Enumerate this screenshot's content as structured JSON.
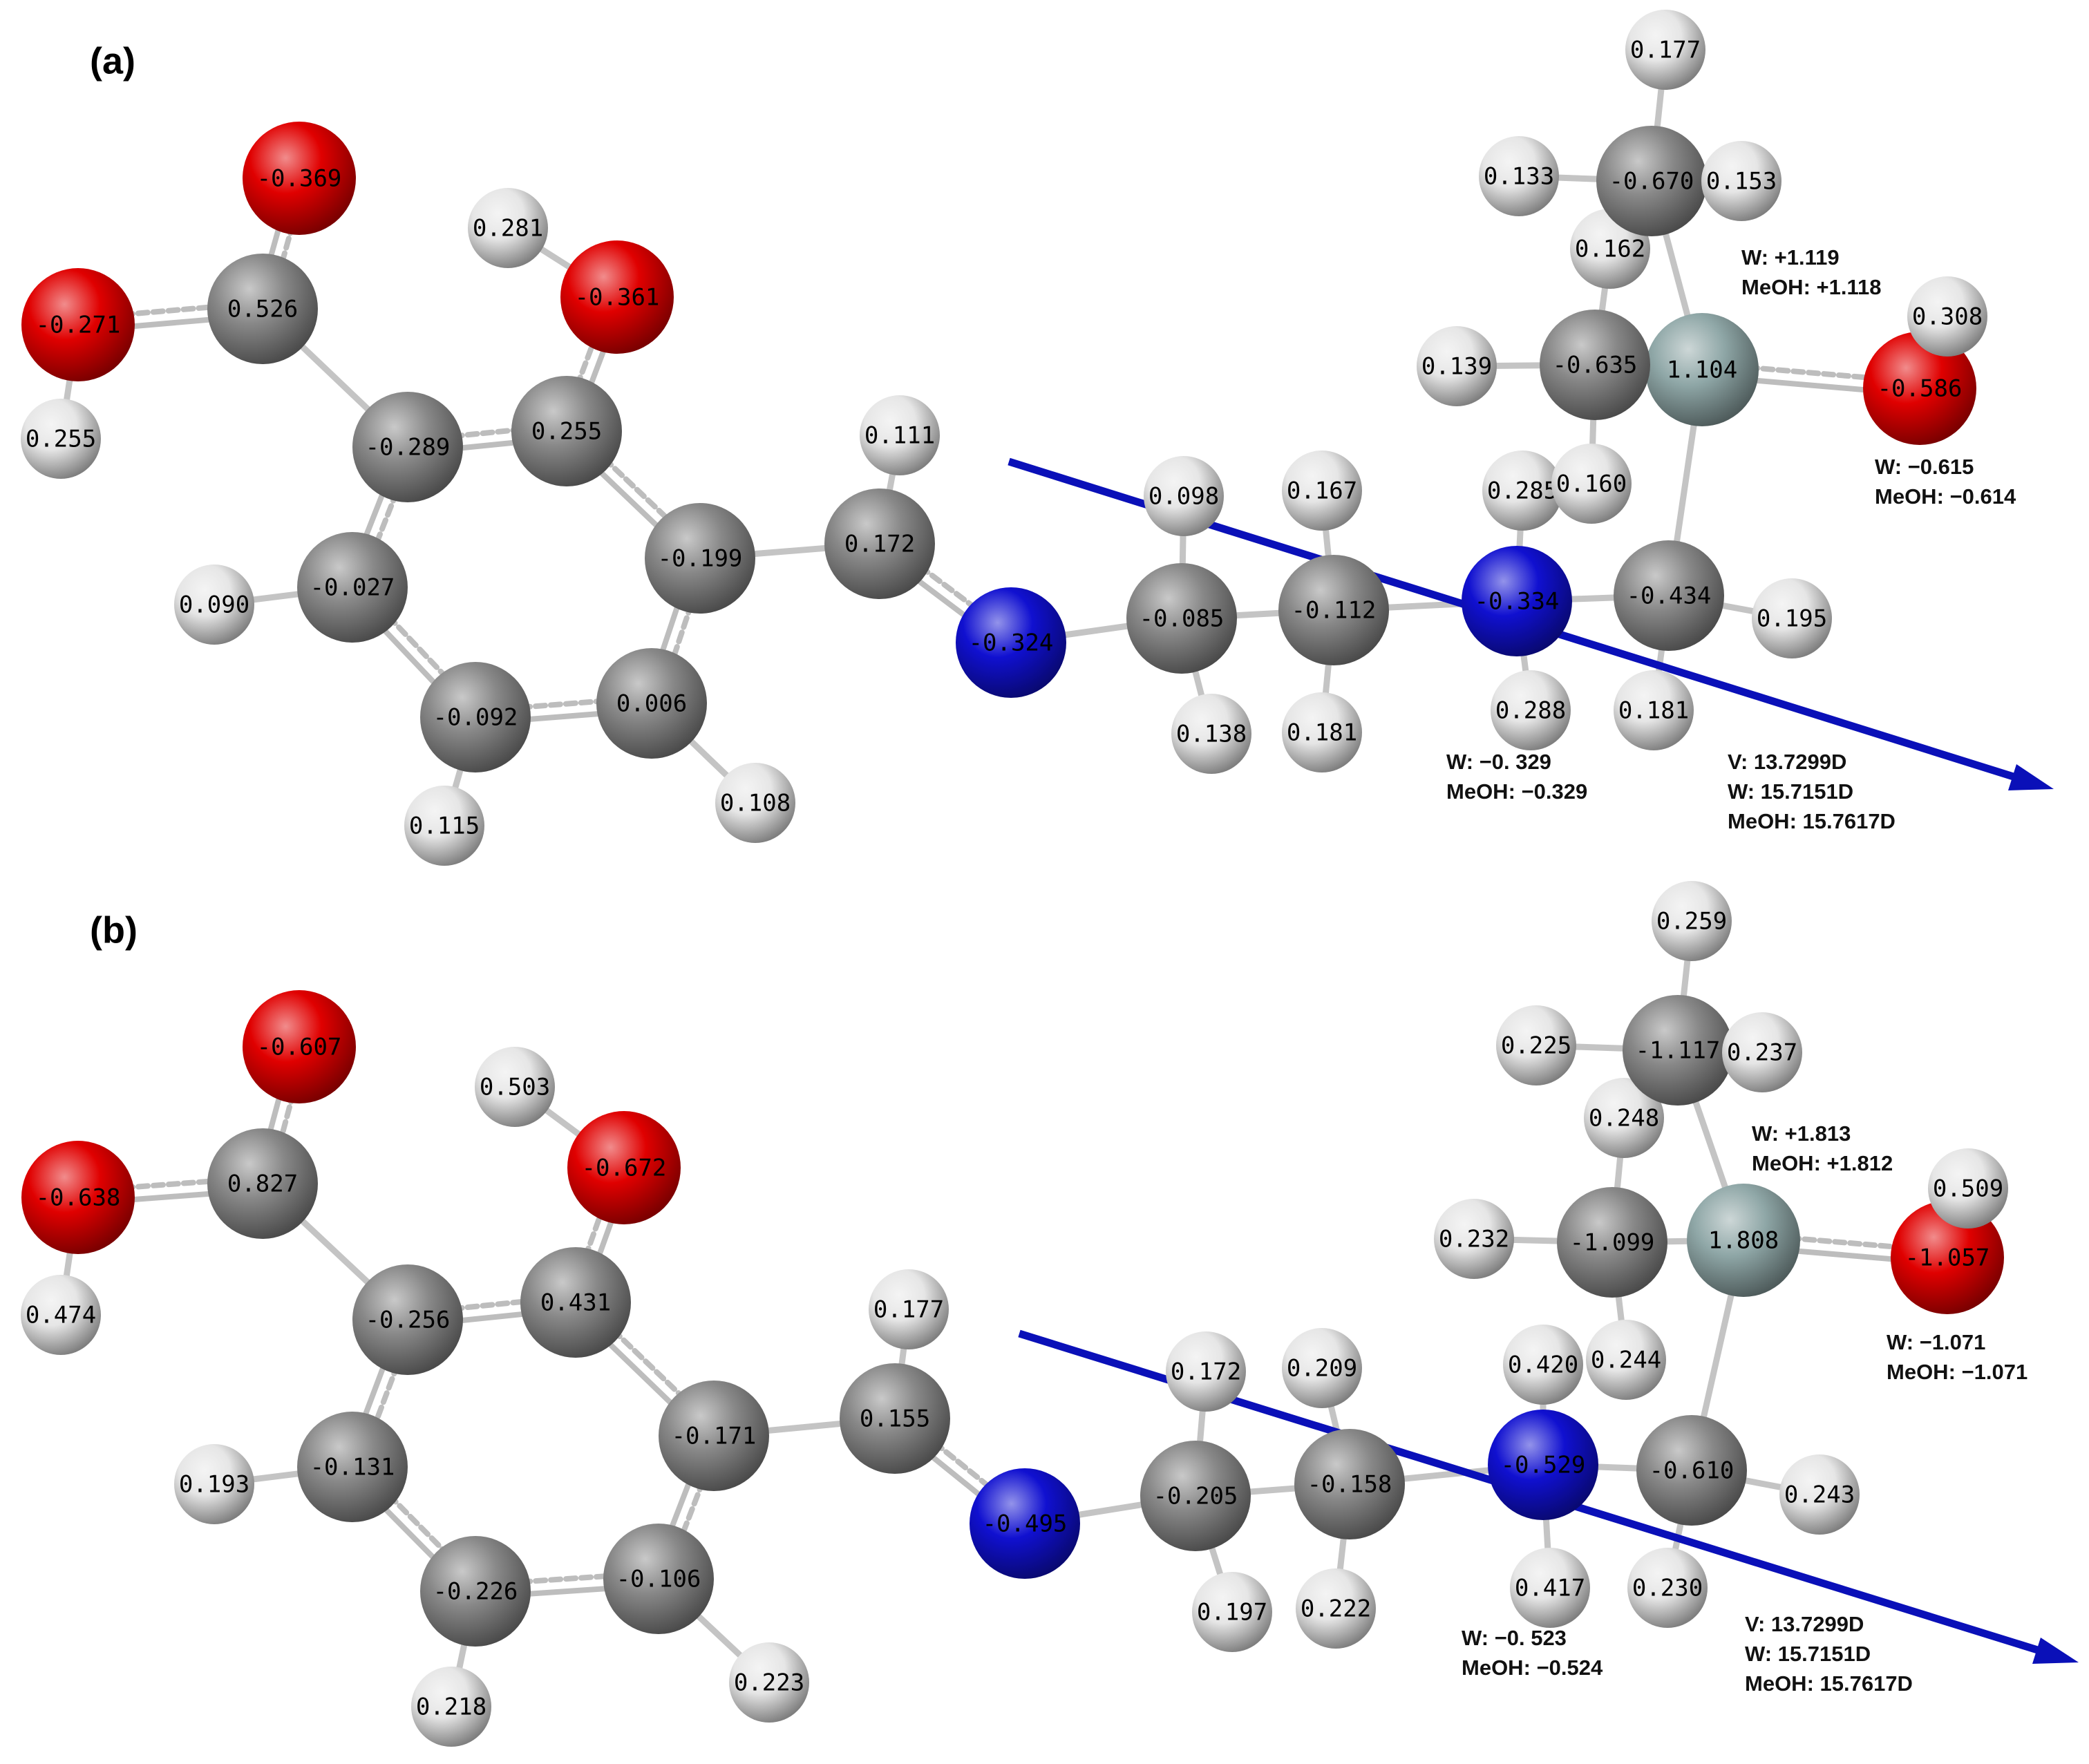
{
  "colors": {
    "O": "#e00000",
    "N": "#1010d0",
    "C": "#888888",
    "H": "#e6e6e6",
    "Si": "#8fa7a7",
    "dipole": "#0a10b8"
  },
  "panels": [
    {
      "label": "(a)",
      "atoms": [
        {
          "id": "O1",
          "el": "O",
          "charge": "-0.369"
        },
        {
          "id": "O2",
          "el": "O",
          "charge": "-0.271"
        },
        {
          "id": "C1",
          "el": "C",
          "charge": "0.526"
        },
        {
          "id": "H1",
          "el": "H",
          "charge": "0.255"
        },
        {
          "id": "H2",
          "el": "H",
          "charge": "0.281"
        },
        {
          "id": "O3",
          "el": "O",
          "charge": "-0.361"
        },
        {
          "id": "C2",
          "el": "C",
          "charge": "-0.289"
        },
        {
          "id": "C3",
          "el": "C",
          "charge": "0.255"
        },
        {
          "id": "C4",
          "el": "C",
          "charge": "-0.027"
        },
        {
          "id": "H3",
          "el": "H",
          "charge": "0.090"
        },
        {
          "id": "C5",
          "el": "C",
          "charge": "-0.199"
        },
        {
          "id": "C6",
          "el": "C",
          "charge": "-0.092"
        },
        {
          "id": "C7",
          "el": "C",
          "charge": "0.006"
        },
        {
          "id": "H4",
          "el": "H",
          "charge": "0.115"
        },
        {
          "id": "H5",
          "el": "H",
          "charge": "0.108"
        },
        {
          "id": "H6",
          "el": "H",
          "charge": "0.111"
        },
        {
          "id": "C8",
          "el": "C",
          "charge": "0.172"
        },
        {
          "id": "N1",
          "el": "N",
          "charge": "-0.324"
        },
        {
          "id": "C9",
          "el": "C",
          "charge": "-0.085"
        },
        {
          "id": "H7",
          "el": "H",
          "charge": "0.098"
        },
        {
          "id": "H8",
          "el": "H",
          "charge": "0.138"
        },
        {
          "id": "C10",
          "el": "C",
          "charge": "-0.112"
        },
        {
          "id": "H9",
          "el": "H",
          "charge": "0.167"
        },
        {
          "id": "H10",
          "el": "H",
          "charge": "0.181"
        },
        {
          "id": "N2",
          "el": "N",
          "charge": "-0.334"
        },
        {
          "id": "H11",
          "el": "H",
          "charge": "0.285"
        },
        {
          "id": "H12",
          "el": "H",
          "charge": "0.288"
        },
        {
          "id": "C11",
          "el": "C",
          "charge": "-0.434"
        },
        {
          "id": "H13",
          "el": "H",
          "charge": "0.195"
        },
        {
          "id": "H14",
          "el": "H",
          "charge": "0.181"
        },
        {
          "id": "Si1",
          "el": "Si",
          "charge": "1.104"
        },
        {
          "id": "O4",
          "el": "O",
          "charge": "-0.586"
        },
        {
          "id": "H15",
          "el": "H",
          "charge": "0.308"
        },
        {
          "id": "C12",
          "el": "C",
          "charge": "-0.635"
        },
        {
          "id": "H16",
          "el": "H",
          "charge": "0.139"
        },
        {
          "id": "H17",
          "el": "H",
          "charge": "0.162"
        },
        {
          "id": "H18",
          "el": "H",
          "charge": "0.160"
        },
        {
          "id": "C13",
          "el": "C",
          "charge": "-0.670"
        },
        {
          "id": "H19",
          "el": "H",
          "charge": "0.177"
        },
        {
          "id": "H20",
          "el": "H",
          "charge": "0.133"
        },
        {
          "id": "H21",
          "el": "H",
          "charge": "0.153"
        }
      ],
      "notes": [
        {
          "id": "si",
          "lines": [
            "W: +1.119",
            "MeOH: +1.118"
          ]
        },
        {
          "id": "o",
          "lines": [
            "W: −0.615",
            "MeOH: −0.614"
          ]
        },
        {
          "id": "n",
          "lines": [
            "W: −0. 329",
            "MeOH: −0.329"
          ]
        },
        {
          "id": "dipole",
          "lines": [
            "V: 13.7299D",
            "W: 15.7151D",
            "MeOH: 15.7617D"
          ]
        }
      ]
    },
    {
      "label": "(b)",
      "atoms": [
        {
          "id": "O1",
          "el": "O",
          "charge": "-0.607"
        },
        {
          "id": "O2",
          "el": "O",
          "charge": "-0.638"
        },
        {
          "id": "C1",
          "el": "C",
          "charge": "0.827"
        },
        {
          "id": "H1",
          "el": "H",
          "charge": "0.474"
        },
        {
          "id": "H2",
          "el": "H",
          "charge": "0.503"
        },
        {
          "id": "O3",
          "el": "O",
          "charge": "-0.672"
        },
        {
          "id": "C2",
          "el": "C",
          "charge": "-0.256"
        },
        {
          "id": "C3",
          "el": "C",
          "charge": "0.431"
        },
        {
          "id": "C4",
          "el": "C",
          "charge": "-0.131"
        },
        {
          "id": "H3",
          "el": "H",
          "charge": "0.193"
        },
        {
          "id": "C5",
          "el": "C",
          "charge": "-0.171"
        },
        {
          "id": "C6",
          "el": "C",
          "charge": "-0.226"
        },
        {
          "id": "C7",
          "el": "C",
          "charge": "-0.106"
        },
        {
          "id": "H4",
          "el": "H",
          "charge": "0.218"
        },
        {
          "id": "H5",
          "el": "H",
          "charge": "0.223"
        },
        {
          "id": "H6",
          "el": "H",
          "charge": "0.177"
        },
        {
          "id": "C8",
          "el": "C",
          "charge": "0.155"
        },
        {
          "id": "N1",
          "el": "N",
          "charge": "-0.495"
        },
        {
          "id": "C9",
          "el": "C",
          "charge": "-0.205"
        },
        {
          "id": "H7",
          "el": "H",
          "charge": "0.172"
        },
        {
          "id": "H8",
          "el": "H",
          "charge": "0.197"
        },
        {
          "id": "C10",
          "el": "C",
          "charge": "-0.158"
        },
        {
          "id": "H9",
          "el": "H",
          "charge": "0.209"
        },
        {
          "id": "H10",
          "el": "H",
          "charge": "0.222"
        },
        {
          "id": "N2",
          "el": "N",
          "charge": "-0.529"
        },
        {
          "id": "H11",
          "el": "H",
          "charge": "0.420"
        },
        {
          "id": "H12",
          "el": "H",
          "charge": "0.417"
        },
        {
          "id": "C11",
          "el": "C",
          "charge": "-0.610"
        },
        {
          "id": "H13",
          "el": "H",
          "charge": "0.243"
        },
        {
          "id": "H14",
          "el": "H",
          "charge": "0.230"
        },
        {
          "id": "Si1",
          "el": "Si",
          "charge": "1.808"
        },
        {
          "id": "O4",
          "el": "O",
          "charge": "-1.057"
        },
        {
          "id": "H15",
          "el": "H",
          "charge": "0.509"
        },
        {
          "id": "C12",
          "el": "C",
          "charge": "-1.099"
        },
        {
          "id": "H16",
          "el": "H",
          "charge": "0.232"
        },
        {
          "id": "H17",
          "el": "H",
          "charge": "0.248"
        },
        {
          "id": "H18",
          "el": "H",
          "charge": "0.244"
        },
        {
          "id": "C13",
          "el": "C",
          "charge": "-1.117"
        },
        {
          "id": "H19",
          "el": "H",
          "charge": "0.259"
        },
        {
          "id": "H20",
          "el": "H",
          "charge": "0.225"
        },
        {
          "id": "H21",
          "el": "H",
          "charge": "0.237"
        }
      ],
      "notes": [
        {
          "id": "si",
          "lines": [
            "W: +1.813",
            "MeOH: +1.812"
          ]
        },
        {
          "id": "o",
          "lines": [
            "W: −1.071",
            "MeOH: −1.071"
          ]
        },
        {
          "id": "n",
          "lines": [
            "W: −0. 523",
            "MeOH: −0.524"
          ]
        },
        {
          "id": "dipole",
          "lines": [
            "V: 13.7299D",
            "W: 15.7151D",
            "MeOH: 15.7617D"
          ]
        }
      ]
    }
  ]
}
